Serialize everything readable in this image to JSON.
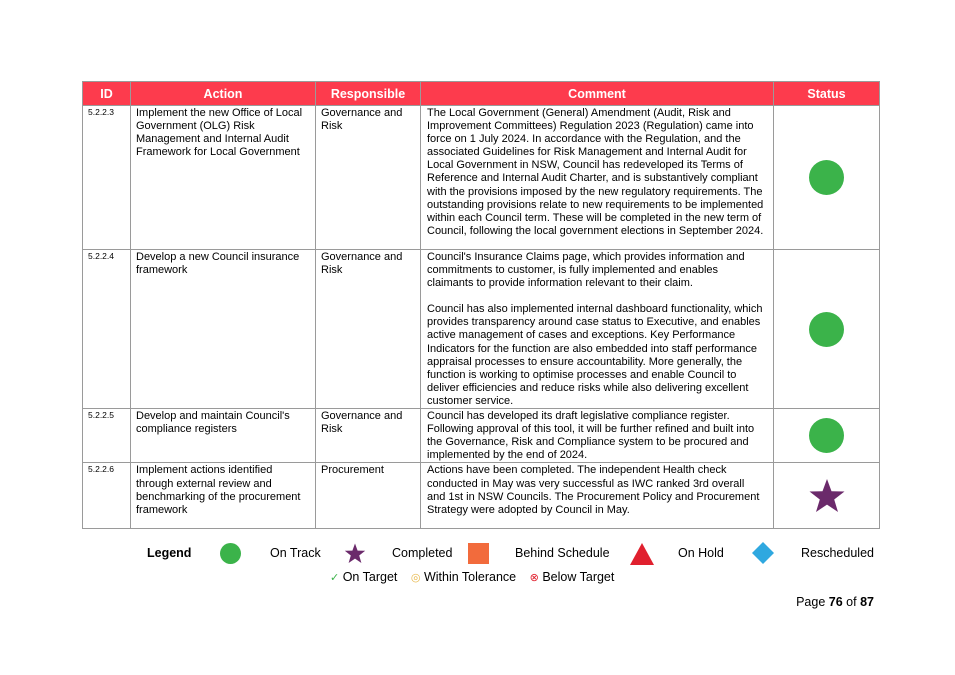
{
  "table": {
    "headers": {
      "id": "ID",
      "action": "Action",
      "responsible": "Responsible",
      "comment": "Comment",
      "status": "Status"
    },
    "rows": [
      {
        "id": "5.2.2.3",
        "action": "Implement the new Office of Local Government (OLG) Risk Management and Internal Audit Framework for Local Government",
        "responsible": "Governance and Risk",
        "comment": [
          "The Local Government (General) Amendment (Audit, Risk and Improvement Committees) Regulation 2023 (Regulation) came into force on 1 July 2024. In accordance with the Regulation, and the associated Guidelines for Risk Management and Internal Audit for Local Government in NSW, Council has redeveloped its Terms of Reference and Internal Audit Charter, and is substantively compliant with the provisions imposed by the new regulatory requirements. The outstanding provisions relate to new requirements to be implemented within each Council term. These will be completed in the new term of Council, following the local government elections in September 2024."
        ],
        "status": "on-track"
      },
      {
        "id": "5.2.2.4",
        "action": "Develop a new Council insurance framework",
        "responsible": "Governance and Risk",
        "comment": [
          "Council's Insurance Claims page, which provides information and commitments to customer, is fully implemented and enables claimants to provide information relevant to their claim.",
          "Council has also implemented internal dashboard functionality, which provides transparency around case status to Executive, and enables active management of cases and exceptions. Key Performance Indicators for the function are also embedded into staff performance appraisal processes to ensure accountability. More generally, the function is working to optimise processes and enable Council to deliver efficiencies and reduce risks while also delivering excellent customer service."
        ],
        "status": "on-track"
      },
      {
        "id": "5.2.2.5",
        "action": "Develop and maintain Council's compliance registers",
        "responsible": "Governance and Risk",
        "comment": [
          "Council has developed its draft legislative compliance register. Following approval of this tool, it will be further refined and built into the Governance, Risk and Compliance system to be procured and implemented by the end of 2024."
        ],
        "status": "on-track"
      },
      {
        "id": "5.2.2.6",
        "action": "Implement actions identified through external review and benchmarking of the procurement framework",
        "responsible": "Procurement",
        "comment": [
          "Actions have been completed. The independent Health check conducted in May was very successful as IWC ranked 3rd overall and 1st in NSW Councils. The Procurement Policy and Procurement Strategy were adopted by Council in May."
        ],
        "status": "completed"
      }
    ]
  },
  "legend": {
    "title": "Legend",
    "on_track": "On Track",
    "completed": "Completed",
    "behind_schedule": "Behind Schedule",
    "on_hold": "On Hold",
    "rescheduled": "Rescheduled",
    "on_target": "On Target",
    "within_tolerance": "Within Tolerance",
    "below_target": "Below Target"
  },
  "colors": {
    "header": "#fd3b4d",
    "on_track": "#3bb34a",
    "completed": "#6b2a6b",
    "behind_schedule": "#f26b3c",
    "on_hold": "#e0202e",
    "rescheduled": "#2fa8e0"
  },
  "page": {
    "prefix": "Page",
    "current": "76",
    "of": "of",
    "total": "87"
  }
}
